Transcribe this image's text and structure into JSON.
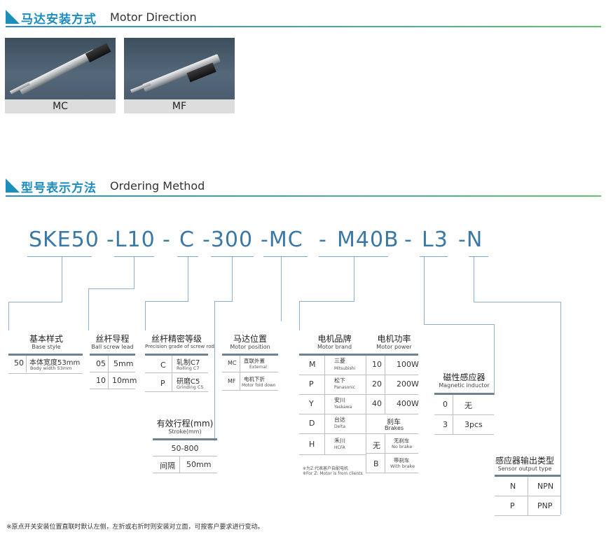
{
  "motor_direction": {
    "title_cn": "马达安装方式",
    "title_en": "Motor Direction",
    "items": [
      {
        "label": "MC"
      },
      {
        "label": "MF"
      }
    ]
  },
  "ordering": {
    "title_cn": "型号表示方法",
    "title_en": "Ordering Method",
    "code": [
      "SKE50",
      "-L10",
      "-",
      "C",
      "-300",
      "-MC",
      "-",
      "M40B",
      "-",
      "L3",
      "-N"
    ]
  },
  "base_style": {
    "title_cn": "基本样式",
    "title_en": "Base style",
    "rows": [
      {
        "code": "50",
        "cn": "本体宽度53mm",
        "en": "Body width 53mm"
      }
    ]
  },
  "screw_lead": {
    "title_cn": "丝杆导程",
    "title_en": "Ball screw lead",
    "rows": [
      {
        "code": "05",
        "value": "5mm"
      },
      {
        "code": "10",
        "value": "10mm"
      }
    ]
  },
  "precision": {
    "title_cn": "丝杆精密等级",
    "title_en": "Precision grade of screw rod",
    "rows": [
      {
        "code": "C",
        "cn": "轧制C7",
        "en": "Rolling C7"
      },
      {
        "code": "P",
        "cn": "研磨C5",
        "en": "Grinding C5"
      }
    ]
  },
  "stroke": {
    "title_cn": "有效行程",
    "title_unit": "(mm)",
    "title_en": "Stroke(mm)",
    "range": "50-800",
    "interval_label": "间隔",
    "interval_value": "50mm"
  },
  "motor_position": {
    "title_cn": "马达位置",
    "title_en": "Motor position",
    "rows": [
      {
        "code": "MC",
        "cn": "直联外置",
        "en": "External"
      },
      {
        "code": "MF",
        "cn": "电机下折",
        "en": "Motor fold down"
      }
    ]
  },
  "motor_brand": {
    "title_cn": "电机品牌",
    "title_en": "Motor brand",
    "rows": [
      {
        "code": "M",
        "cn": "三菱",
        "en": "Mitsubishi"
      },
      {
        "code": "P",
        "cn": "松下",
        "en": "Panasonic"
      },
      {
        "code": "Y",
        "cn": "安川",
        "en": "Yaskawa"
      },
      {
        "code": "D",
        "cn": "台达",
        "en": "Delta"
      },
      {
        "code": "H",
        "cn": "禾川",
        "en": "HCFA"
      }
    ],
    "note_cn": "※为Z:代表客户自配电机",
    "note_en": "※For Z: Motor is from clients"
  },
  "motor_power": {
    "title_cn": "电机功率",
    "title_en": "Motor power",
    "rows": [
      {
        "code": "10",
        "value": "100W"
      },
      {
        "code": "20",
        "value": "200W"
      },
      {
        "code": "40",
        "value": "400W"
      }
    ]
  },
  "brakes": {
    "title_cn": "刹车",
    "title_en": "Brakes",
    "rows": [
      {
        "code": "无",
        "cn": "无刹车",
        "en": "No brake"
      },
      {
        "code": "B",
        "cn": "带刹车",
        "en": "With brake"
      }
    ]
  },
  "magnetic": {
    "title_cn": "磁性感应器",
    "title_en": "Magnetic inductor",
    "rows": [
      {
        "code": "0",
        "value": "无"
      },
      {
        "code": "3",
        "value": "3pcs"
      }
    ]
  },
  "sensor_output": {
    "title_cn": "感应器输出类型",
    "title_en": "Sensor output type",
    "rows": [
      {
        "code": "N",
        "value": "NPN"
      },
      {
        "code": "P",
        "value": "PNP"
      }
    ]
  },
  "footnote": "※原点开关安装位置直联时默认左侧，左折或右折时则安装对立面，可按客户要求进行变动。"
}
